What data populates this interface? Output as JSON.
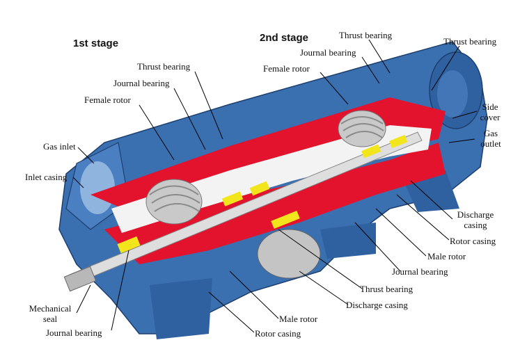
{
  "diagram": {
    "stage_labels": {
      "first": "1st stage",
      "second": "2nd stage"
    },
    "labels": {
      "thrust_bearing_top_right": "Thrust bearing",
      "thrust_bearing_top_center": "Thrust bearing",
      "journal_bearing_top_center": "Journal bearing",
      "female_rotor_top_center": "Female rotor",
      "thrust_bearing_left": "Thrust bearing",
      "journal_bearing_left": "Journal bearing",
      "female_rotor_left": "Female rotor",
      "gas_inlet": "Gas inlet",
      "inlet_casing": "Inlet casing",
      "side_cover_line1": "Side",
      "side_cover_line2": "cover",
      "gas_outlet_line1": "Gas",
      "gas_outlet_line2": "outlet",
      "discharge_casing_right_line1": "Discharge",
      "discharge_casing_right_line2": "casing",
      "rotor_casing_right": "Rotor casing",
      "male_rotor_right": "Male rotor",
      "journal_bearing_bottom_right": "Journal bearing",
      "thrust_bearing_bottom": "Thrust bearing",
      "discharge_casing_bottom": "Discharge casing",
      "male_rotor_bottom": "Male rotor",
      "rotor_casing_bottom": "Rotor casing",
      "mechanical_seal_line1": "Mechanical",
      "mechanical_seal_line2": "seal",
      "journal_bearing_bottom_left": "Journal bearing"
    },
    "colors": {
      "casing_blue": "#3a6fb0",
      "casing_dark": "#24508a",
      "section_red": "#e3122d",
      "bearing_yellow": "#f2e51c",
      "rotor_gray": "#c9c9c9",
      "shaft_light": "#eeeeee"
    }
  }
}
